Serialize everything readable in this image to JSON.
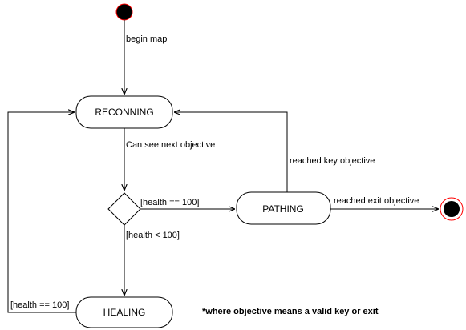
{
  "states": {
    "reconning": "RECONNING",
    "pathing": "PATHING",
    "healing": "HEALING"
  },
  "transitions": {
    "begin": "begin map",
    "see_objective": "Can see next objective",
    "health_full_to_pathing": "[health == 100]",
    "health_low": "[health < 100]",
    "health_full_from_healing": "[health == 100]",
    "reached_key": "reached key objective",
    "reached_exit": "reached exit objective"
  },
  "note": "*where objective means a valid key or exit",
  "colors": {
    "line": "#000000",
    "start_fill": "#000000",
    "end_ring": "#ff0000",
    "background": "#ffffff"
  }
}
